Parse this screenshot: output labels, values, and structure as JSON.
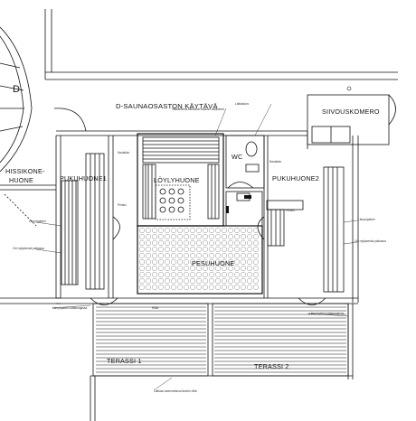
{
  "rooms": {
    "d": "D",
    "corridor": "D-SAUNAOSASTON KÄYTÄVÄ",
    "cleaning": "SIIVOUSKOMERO",
    "elevator_line1": "HISSIKONE-",
    "elevator_line2": "HUONE",
    "dressing1": "PUKUHUONE1",
    "dressing2": "PUKUHUONE2",
    "sauna": "LÖYLYHUONE",
    "wc": "WC",
    "washroom": "PESUHUONE",
    "terrace1": "TERASSI 1",
    "terrace2": "TERASSI 2"
  },
  "notes": {
    "n1": "Valaisimena sähköiset saunan valaisimet",
    "n2": "Lattiakaivo",
    "n3": "Naulakko",
    "n4": "Naulakko",
    "n5": "Penkki",
    "n6": "Penkki",
    "n7": "Lämpöpatteri",
    "n8": "Lämpöpatteri",
    "n9": "Ovi nykyisessä paikassa",
    "n10": "Ovi nykyisessä paikassa",
    "n11": "Lämpöpatteri lattianrajassa",
    "n12": "Lämpöpatteri lattianrajassa",
    "n13": "Ritilä",
    "n14": "Lattiaan asennettava lämmin ritilä"
  }
}
